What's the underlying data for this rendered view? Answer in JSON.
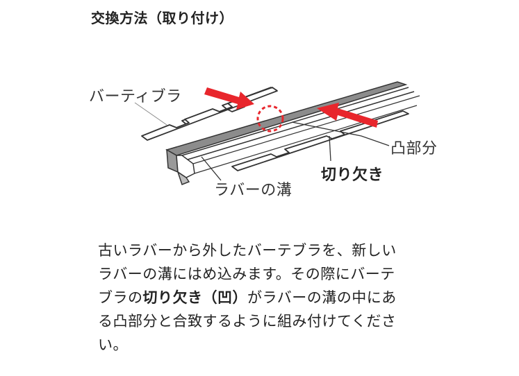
{
  "title": "交換方法（取り付け）",
  "figure": {
    "labels": {
      "vertebra": "バーティブラ",
      "convex_part": "凸部分",
      "notch": "切り欠き",
      "rubber_groove": "ラバーの溝"
    },
    "colors": {
      "arrow": "#e8262c",
      "rail": "#8c8c8c",
      "outline": "#333333"
    }
  },
  "body": {
    "line1": "古いラバーから外したバーテブラを、新しい",
    "line2": "ラバーの溝にはめ込みます。その際にバーテ",
    "line3_a": "ブラの",
    "line3_b": "切り欠き（凹）",
    "line3_c": "がラバーの溝の中にあ",
    "line4": "る凸部分と合致するように組み付けてくださ",
    "line5": "い。"
  }
}
